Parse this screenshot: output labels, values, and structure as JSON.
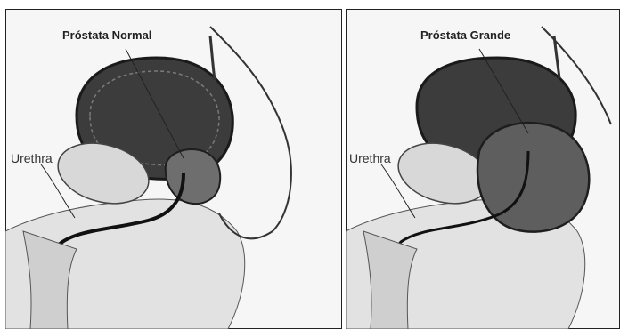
{
  "panels": [
    {
      "id": "normal",
      "title": "Próstata Normal",
      "side_label": "Urethra"
    },
    {
      "id": "grande",
      "title": "Próstata Grande",
      "side_label": "Urethra"
    }
  ],
  "colors": {
    "bladder_dark": "#3a3a3a",
    "tissue_mid": "#8a8a8a",
    "tissue_light": "#d6d6d6",
    "tissue_lighter": "#e8e8e8",
    "outline": "#1e1e1e",
    "urethra_line": "#111111",
    "background": "#f4f4f4"
  }
}
